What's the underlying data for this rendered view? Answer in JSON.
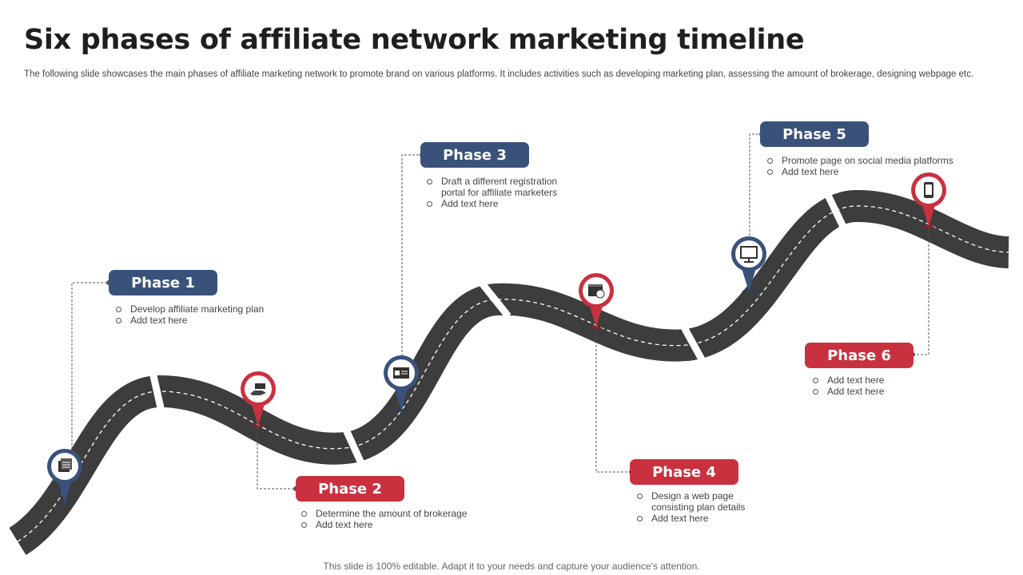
{
  "header": {
    "title": "Six phases of affiliate network marketing timeline",
    "subtitle": "The following slide showcases the main phases of affiliate marketing network to promote brand on various platforms. It includes activities such as developing marketing plan, assessing the amount of brokerage, designing webpage etc."
  },
  "phases": [
    {
      "label": "Phase 1",
      "color": "#3a527a",
      "icon": "document-stack-icon",
      "bullets": [
        "Develop affiliate marketing plan",
        "Add text here"
      ]
    },
    {
      "label": "Phase 2",
      "color": "#c9313f",
      "icon": "hand-money-icon",
      "bullets": [
        "Determine the amount of brokerage",
        "Add text here"
      ]
    },
    {
      "label": "Phase 3",
      "color": "#3a527a",
      "icon": "registration-portal-icon",
      "bullets": [
        "Draft a different registration portal for affiliate marketers",
        "Add text here"
      ]
    },
    {
      "label": "Phase 4",
      "color": "#c9313f",
      "icon": "web-page-icon",
      "bullets": [
        "Design a web page consisting plan details",
        "Add text here"
      ]
    },
    {
      "label": "Phase 5",
      "color": "#3a527a",
      "icon": "presentation-screen-icon",
      "bullets": [
        "Promote page on social media platforms",
        "Add text here"
      ]
    },
    {
      "label": "Phase 6",
      "color": "#c9313f",
      "icon": "mobile-phone-icon",
      "bullets": [
        "Add text here",
        "Add text here"
      ]
    }
  ],
  "footer": {
    "note": "This slide is 100% editable. Adapt it to your needs and capture your audience's attention."
  }
}
